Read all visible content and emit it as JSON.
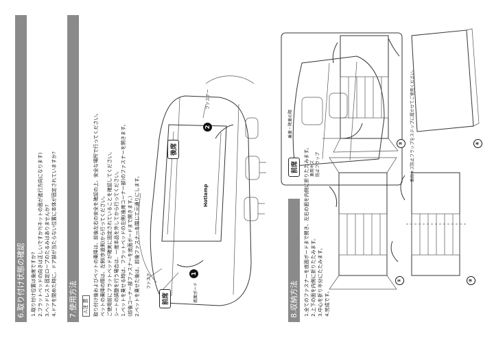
{
  "section6": {
    "heading": "6.取り付け状態の確認",
    "items": [
      "1.取り付け位置は後席ですか?",
      "2.フラットベッドの向きは正しいですか?(ネットの面が進行方向になります)",
      "3.ヘッドレスト固定ロープのたるみはありませんか?",
      "4.ドアを閉めた時に、ドア部が当たらない位置に本体が固定されていますか?"
    ]
  },
  "section7": {
    "heading": "7.使用方法",
    "caution_label": "⚠注 意",
    "cautions": [
      "取り付け後およびペットの乗降は、前後左右の安全を確認の上、安全な場所で行ってください。",
      "ペットの乗降の際は、左側(歩道側)から行ってください。",
      "ご使用前にフラットベッドが確実に固定されていることを確認してください。",
      "シートの調整を行う場合は、一度本品を外してから行ってください。"
    ],
    "steps": [
      "1.ペットを乗せる時は、フラットベッドの左側(後席コーナー部)のファスナーを開きます。",
      "(前後コーナー部ファスナーを底面ボードまで開きます。)",
      "2.ペットを乗せた後は、前後ファスナーを閉じて元通りにします。"
    ],
    "figure": {
      "front_tag": "前席",
      "rear_tag": "後席",
      "label_board": "底面ボード",
      "label_fastener_bottom": "ファスナ",
      "label_fastener_top": "ファスナー",
      "step_markers": [
        "1",
        "2"
      ],
      "brand": "Hotlamp"
    },
    "inset": {
      "front_tag": "前席",
      "label_flap": "車用キズ\n防止フラップ",
      "caption": "乗車・降車の際",
      "note": "車両キズ防止フラップをステップに履かせてご使用ください。"
    }
  },
  "section8": {
    "heading": "8.収納方法",
    "steps": [
      "1.全てのファスナーを底面ボードまで開き、左右の面を内側に折りたたみます。",
      "2.上下の面を内側に折りたたみます。",
      "3.中心を折り半分にたたみます。",
      "4.完成です。"
    ],
    "figure_labels": [
      "①",
      "②",
      "③",
      "④"
    ]
  }
}
